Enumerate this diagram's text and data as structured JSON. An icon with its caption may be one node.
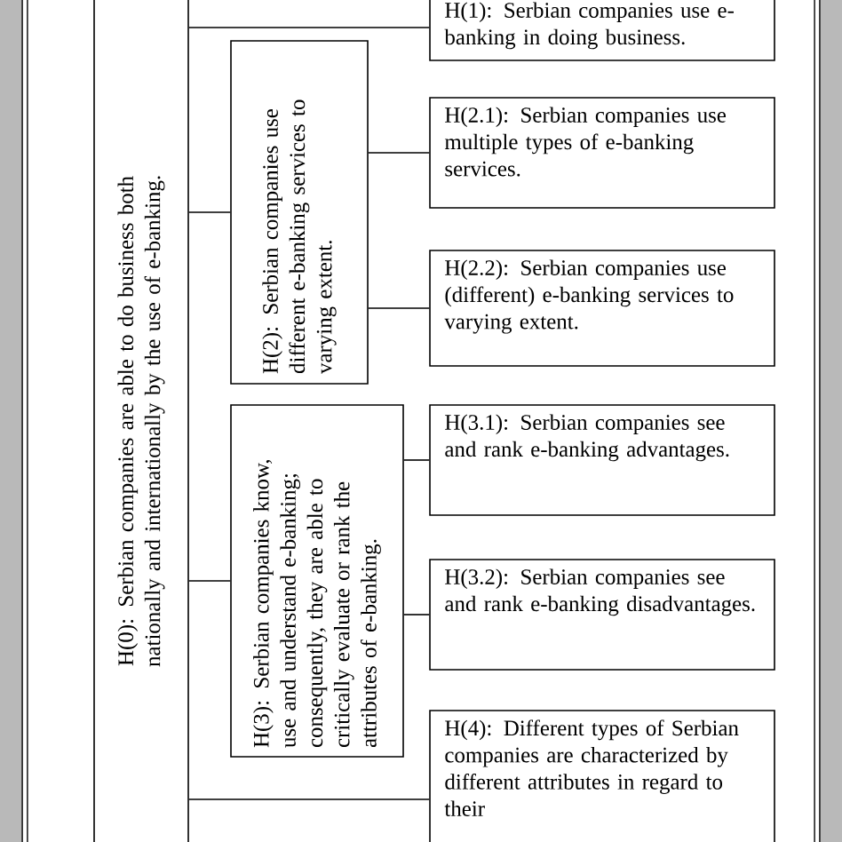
{
  "diagram": {
    "nodes": [
      {
        "text": [
          "H(0): Serbian companies are able to do business both nationally and internationally by the use of e-banking."
        ]
      },
      {
        "text": [
          "H(1): Serbian companies use e-banking in doing  business."
        ]
      },
      {
        "text": [
          "H(2): Serbian companies use different e-banking services to varying extent."
        ]
      },
      {
        "text": [
          "H(2.1): Serbian companies use multiple types of e-banking services."
        ]
      },
      {
        "text": [
          "H(2.2): Serbian companies use (different) e-banking services to varying extent."
        ]
      },
      {
        "text": [
          "H(3): Serbian companies know, use and understand e-banking; consequently, they are able to critically evaluate or rank the attributes of e-banking."
        ]
      },
      {
        "text": [
          "H(3.1): Serbian companies see and rank e-banking advantages."
        ]
      },
      {
        "text": [
          "H(3.2): Serbian companies see and rank e-banking disadvantages."
        ]
      },
      {
        "text": [
          "H(4): Different types of Serbian companies are characterized by different attributes in regard to their"
        ]
      }
    ],
    "edges": [
      {
        "from": 0,
        "to": 1,
        "arrow": "none"
      },
      {
        "from": 0,
        "to": 2,
        "arrow": "none"
      },
      {
        "from": 0,
        "to": 5,
        "arrow": "none"
      },
      {
        "from": 0,
        "to": 8,
        "arrow": "none"
      },
      {
        "from": 2,
        "to": 3,
        "arrow": "none"
      },
      {
        "from": 2,
        "to": 4,
        "arrow": "none"
      },
      {
        "from": 5,
        "to": 6,
        "arrow": "none"
      },
      {
        "from": 5,
        "to": 7,
        "arrow": "none"
      }
    ]
  }
}
